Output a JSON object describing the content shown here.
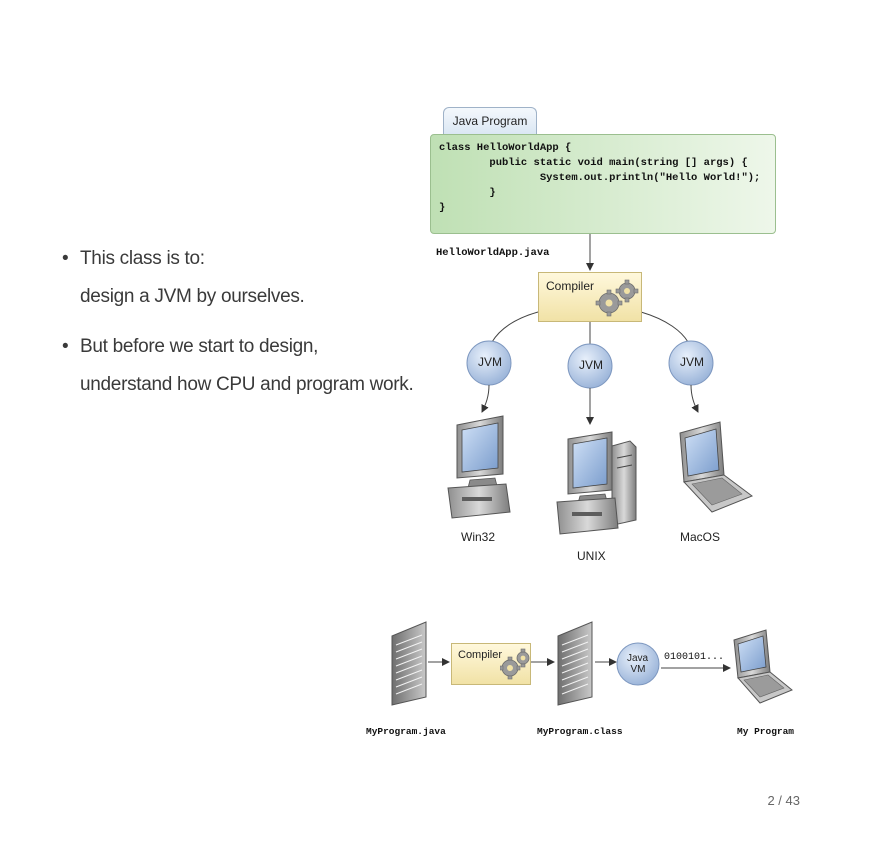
{
  "bullets": [
    {
      "line1": "This class is to:",
      "line2": "design a JVM  by ourselves."
    },
    {
      "line1": "But before we start to design,",
      "line2": "understand how CPU and program work."
    }
  ],
  "diagram_top": {
    "tab_label": "Java Program",
    "code_lines": [
      "class HelloWorldApp {",
      "        public static void main(string [] args) {",
      "                System.out.println(\"Hello World!\");",
      "        }",
      "}"
    ],
    "file_label": "HelloWorldApp.java",
    "compiler_label": "Compiler",
    "jvm_label": "JVM",
    "platforms": [
      "Win32",
      "UNIX",
      "MacOS"
    ]
  },
  "diagram_bottom": {
    "source_label": "MyProgram.java",
    "compiler_label": "Compiler",
    "class_label": "MyProgram.class",
    "vm_line1": "Java",
    "vm_line2": "VM",
    "binary_label": "0100101...",
    "program_label": "My Program"
  },
  "footer": {
    "page": "2 / 43"
  }
}
